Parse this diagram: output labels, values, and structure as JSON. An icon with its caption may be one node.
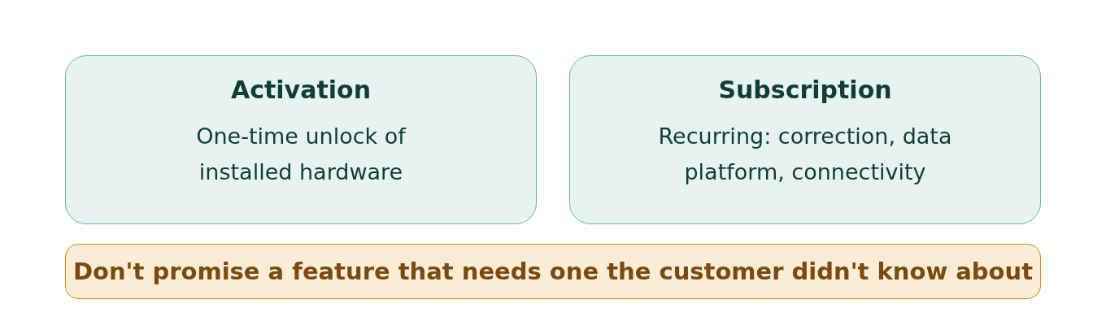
{
  "diagram": {
    "nodes": [
      {
        "text": [
          "Activation",
          "One-time unlock of installed hardware"
        ]
      },
      {
        "text": [
          "Subscription",
          "Recurring: correction, data platform, connectivity"
        ]
      },
      {
        "text": [
          "Don't promise a feature that needs one the customer didn't know about"
        ]
      }
    ]
  }
}
